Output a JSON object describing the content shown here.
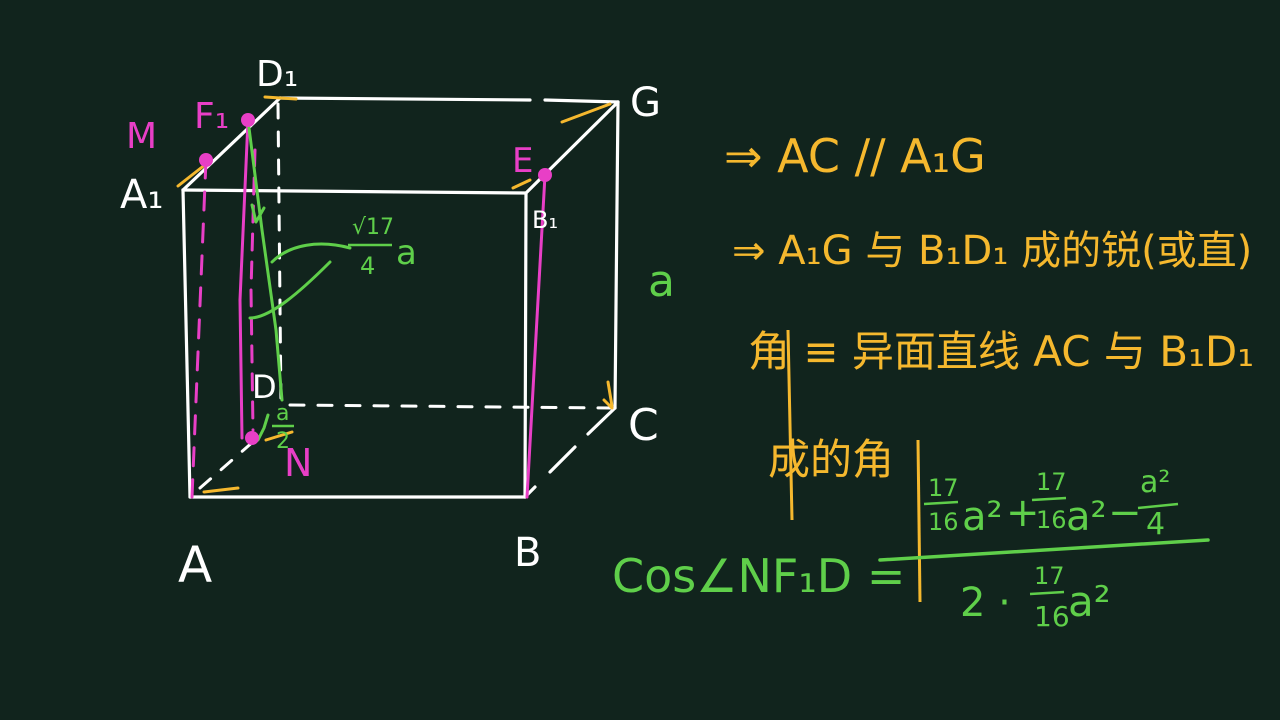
{
  "colors": {
    "background": "#11241d",
    "white": "#ffffff",
    "orange": "#f5b82e",
    "green": "#5fcf4a",
    "magenta": "#e83fc6"
  },
  "labels": {
    "D1": "D₁",
    "G": "G",
    "F1": "F₁",
    "M": "M",
    "A1": "A₁",
    "E": "E",
    "B1": "B₁",
    "a_edge": "a",
    "D": "D",
    "C": "C",
    "N": "N",
    "A": "A",
    "B": "B"
  },
  "annotations": {
    "len_sqrt17": "√17",
    "len_4": "4",
    "len_a": "a",
    "half_a_num": "a",
    "half_a_den": "2"
  },
  "notes": {
    "line1": "⇒ AC // A₁G",
    "line2": "⇒ A₁G 与 B₁D₁ 成的锐(或直)",
    "line3": "角 ≡ 异面直线 AC 与 B₁D₁",
    "line4": "成的角"
  },
  "formula": {
    "lhs": "Cos∠NF₁D =",
    "t1_num": "17",
    "t1_den": "16",
    "t1_a": "a²",
    "plus": "+",
    "t2_num": "17",
    "t2_den": "16",
    "t2_a": "a²",
    "minus": "−",
    "t3_num": "a²",
    "t3_den": "4",
    "den_2": "2 ·",
    "den_num": "17",
    "den_den": "16",
    "den_a": "a²"
  }
}
